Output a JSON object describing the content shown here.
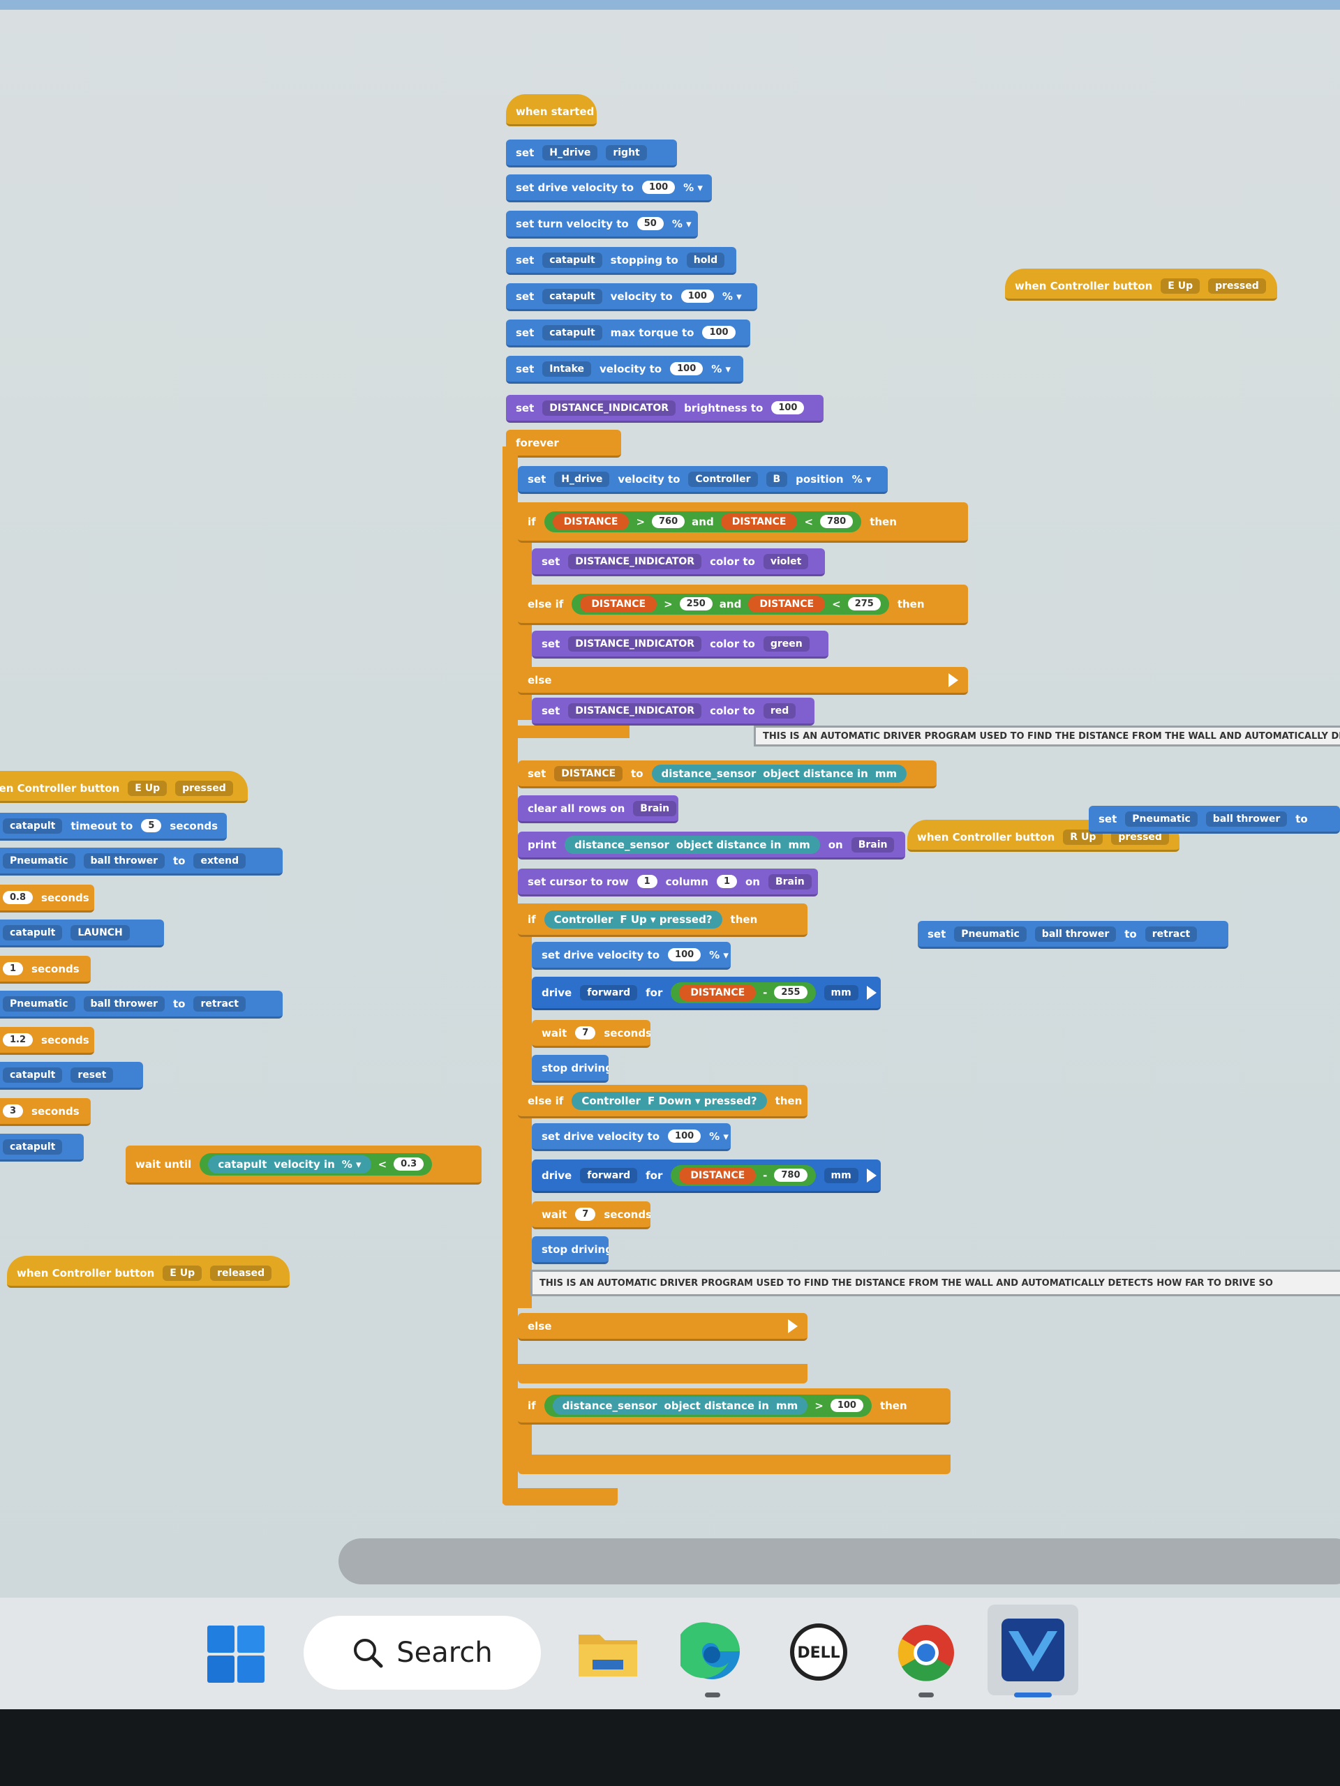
{
  "blocks": {
    "when_started": "when started",
    "h_drive": "H_drive",
    "right": "right",
    "set_drive_velocity": "set drive velocity to",
    "set_turn_velocity": "set turn velocity to",
    "v100": "100",
    "v50": "50",
    "pct": "% ▾",
    "set": "set",
    "catapult": "catapult",
    "stopping": "stopping to",
    "hold": "hold",
    "velocity_to": "velocity to",
    "max_torque": "max torque to",
    "intake": "Intake",
    "distance_indicator": "DISTANCE_INDICATOR",
    "brightness_to": "brightness to",
    "forever": "forever",
    "controller": "Controller",
    "axis_b": "B",
    "position": "position",
    "if": "if",
    "else_if": "else if",
    "else": "else",
    "then": "then",
    "and": "and",
    "distance": "DISTANCE",
    "gt": ">",
    "lt": "<",
    "minus": "-",
    "v760": "760",
    "v780": "780",
    "v250": "250",
    "v275": "275",
    "v255": "255",
    "color_to": "color to",
    "violet": "violet",
    "green": "green",
    "red": "red",
    "distance_sensor": "distance_sensor",
    "object_distance": "object distance in",
    "mm": "mm",
    "to": "to",
    "clear_rows": "clear all rows on",
    "brain": "Brain",
    "print": "print",
    "on": "on",
    "set_cursor": "set cursor to row",
    "column": "column",
    "one": "1",
    "fup_pressed": "F Up ▾  pressed?",
    "fdown_pressed": "F Down ▾  pressed?",
    "drive": "drive",
    "forward": "forward",
    "for": "for",
    "wait": "wait",
    "seven": "7",
    "seconds": "seconds",
    "stop_driving": "stop driving",
    "when_controller_button": "when Controller button",
    "e_up": "E Up",
    "r_up": "R Up",
    "pressed": "pressed",
    "released": "released",
    "pneumatic": "Pneumatic",
    "ball_thrower": "ball thrower",
    "extend": "extend",
    "retract": "retract",
    "timeout_to": "timeout to",
    "five": "5",
    "launch": "LAUNCH",
    "v08": "0.8",
    "v12": "1.2",
    "v3": "3",
    "reset": "reset",
    "wait_until": "wait until",
    "velocity_in": "velocity in",
    "v03": "0.3",
    "comment": "THIS IS AN AUTOMATIC DRIVER PROGRAM USED TO FIND THE DISTANCE FROM THE WALL AND AUTOMATICALLY DETECTS HOW FAR TO DRIVE SO"
  },
  "taskbar": {
    "search_label": "Search",
    "dell": "DELL"
  }
}
